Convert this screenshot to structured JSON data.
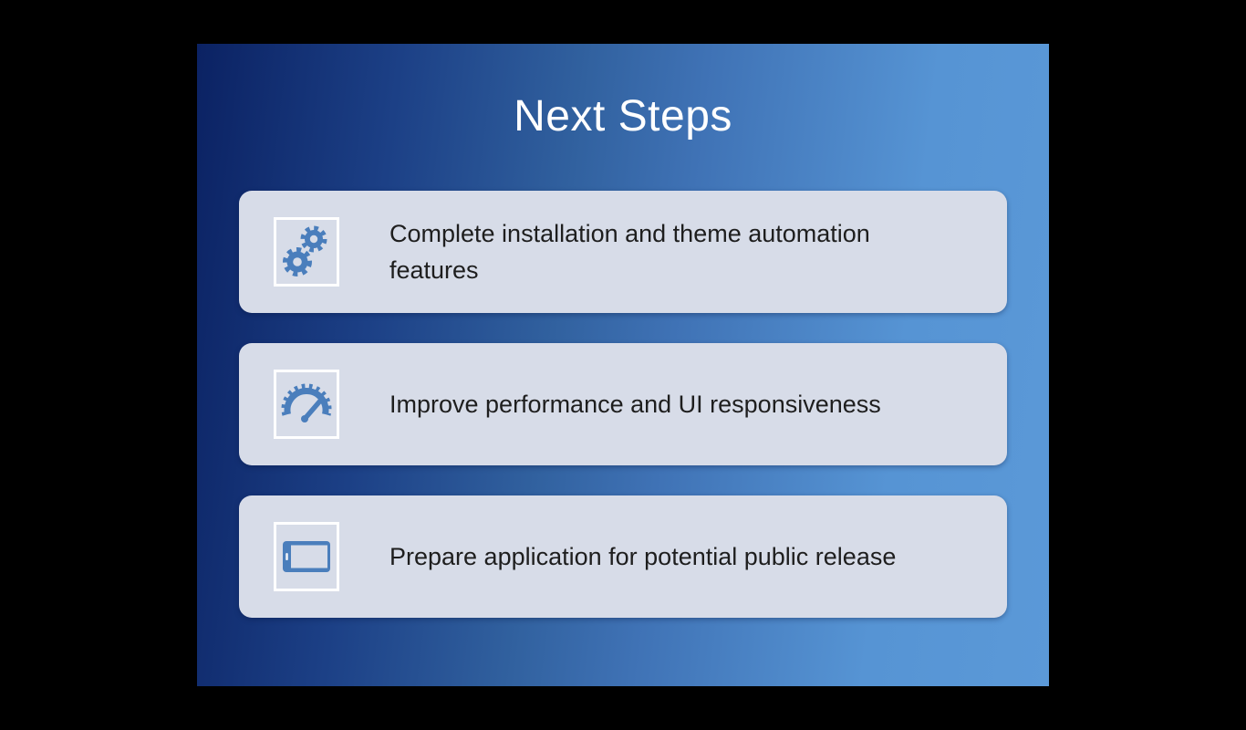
{
  "slide": {
    "title": "Next Steps",
    "items": [
      {
        "icon": "gears-icon",
        "text": "Complete installation and theme automation features"
      },
      {
        "icon": "speedometer-icon",
        "text": "Improve performance and UI responsiveness"
      },
      {
        "icon": "phone-icon",
        "text": "Prepare application for potential public release"
      }
    ],
    "colors": {
      "canvas_bg": "#000000",
      "bg_gradient_start": "#0b2263",
      "bg_gradient_end": "#5b99d8",
      "card_bg": "#d7dce8",
      "icon_blue": "#4a7ebc",
      "icon_box_border": "#ffffff",
      "title_color": "#ffffff",
      "text_color": "#1e1e1e"
    }
  }
}
